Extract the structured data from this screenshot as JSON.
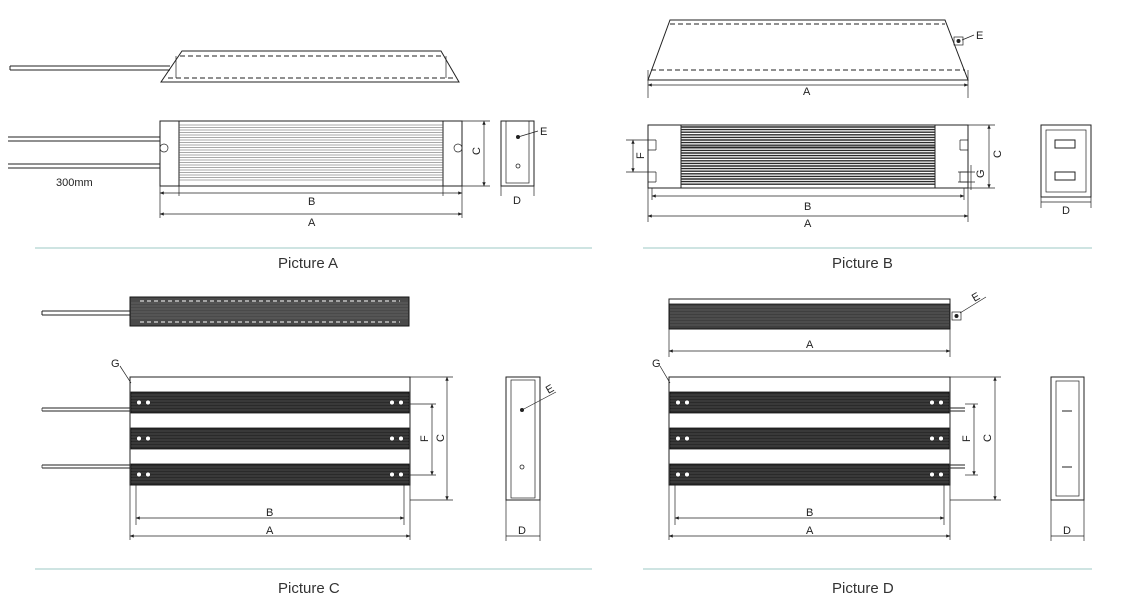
{
  "pictures": {
    "a": {
      "caption": "Picture A",
      "labels": {
        "a": "A",
        "b": "B",
        "c": "C",
        "d": "D",
        "e": "E",
        "lead_length": "300mm"
      }
    },
    "b": {
      "caption": "Picture B",
      "labels": {
        "a_top": "A",
        "a": "A",
        "b": "B",
        "c": "C",
        "d": "D",
        "e": "E",
        "f": "F",
        "g": "G"
      }
    },
    "c": {
      "caption": "Picture C",
      "labels": {
        "a": "A",
        "b": "B",
        "c": "C",
        "d": "D",
        "e": "E",
        "f": "F",
        "g": "G"
      }
    },
    "d": {
      "caption": "Picture D",
      "labels": {
        "a_top": "A",
        "a": "A",
        "b": "B",
        "c": "C",
        "d": "D",
        "e": "E",
        "f": "F",
        "g": "G"
      }
    }
  },
  "colors": {
    "separator": "#9cc8c4",
    "line": "#222222",
    "fin": "#2a2a2a"
  }
}
